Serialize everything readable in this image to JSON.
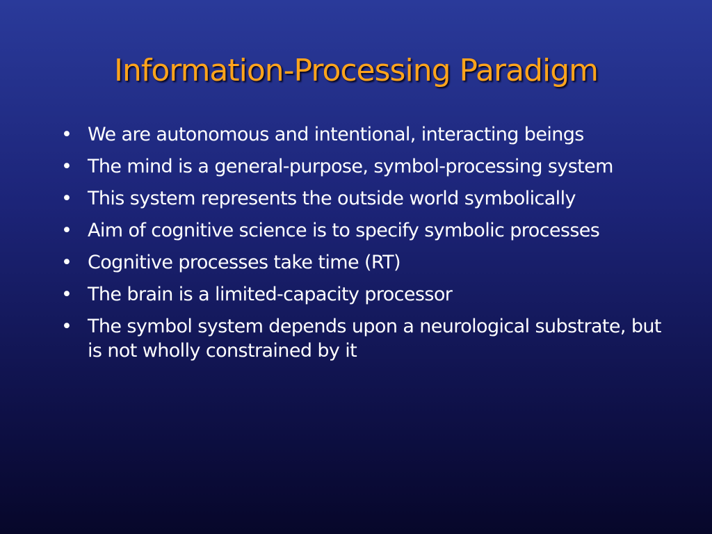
{
  "slide": {
    "title": "Information-Processing Paradigm",
    "bullet_symbol": "•",
    "bullets": [
      "We are autonomous and intentional, interacting beings",
      "The mind is a general-purpose, symbol-processing system",
      "This system represents the outside world symbolically",
      "Aim of cognitive science is to specify symbolic processes",
      "Cognitive processes take time (RT)",
      "The brain is a limited-capacity processor",
      "The symbol system depends upon a neurological substrate, but is not wholly constrained by it"
    ]
  },
  "colors": {
    "title": "#ffa41c",
    "body_text": "#ffffff",
    "background_top": "#2a3a9a",
    "background_bottom": "#07072a"
  }
}
